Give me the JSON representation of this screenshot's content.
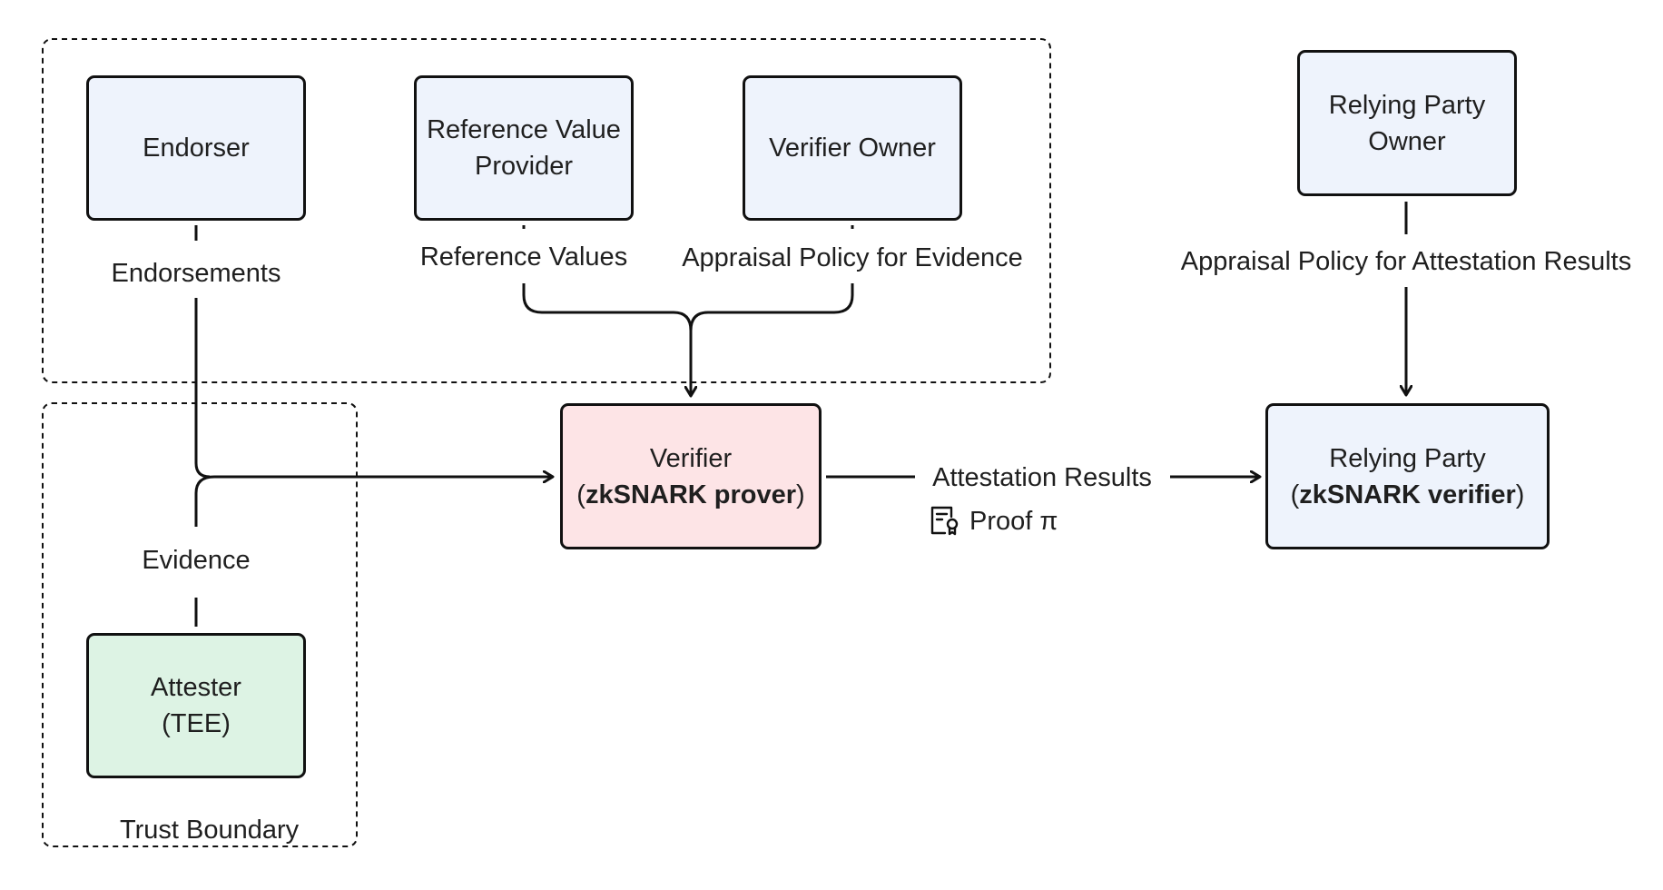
{
  "nodes": {
    "endorser": {
      "label": "Endorser"
    },
    "reference_value_provider": {
      "line1": "Reference Value",
      "line2": "Provider"
    },
    "verifier_owner": {
      "label": "Verifier Owner"
    },
    "relying_party_owner": {
      "line1": "Relying Party",
      "line2": "Owner"
    },
    "verifier": {
      "line1": "Verifier",
      "line2_open": "(",
      "line2_bold": "zkSNARK prover",
      "line2_close": ")"
    },
    "relying_party": {
      "line1": "Relying Party",
      "line2_open": "(",
      "line2_bold": "zkSNARK verifier",
      "line2_close": ")"
    },
    "attester": {
      "line1": "Attester",
      "line2": "(TEE)"
    }
  },
  "edges": {
    "endorsements": "Endorsements",
    "reference_values": "Reference Values",
    "appraisal_policy_evidence": "Appraisal Policy for Evidence",
    "appraisal_policy_results": "Appraisal Policy for Attestation Results",
    "attestation_results": "Attestation Results",
    "proof": "Proof π",
    "evidence": "Evidence"
  },
  "boundary": {
    "label": "Trust Boundary"
  },
  "colors": {
    "line": "#111111",
    "node_blue": "#eef3fc",
    "node_pink": "#fde4e6",
    "node_green": "#ddf3e4"
  },
  "icons": {
    "proof": "certificate-icon"
  }
}
